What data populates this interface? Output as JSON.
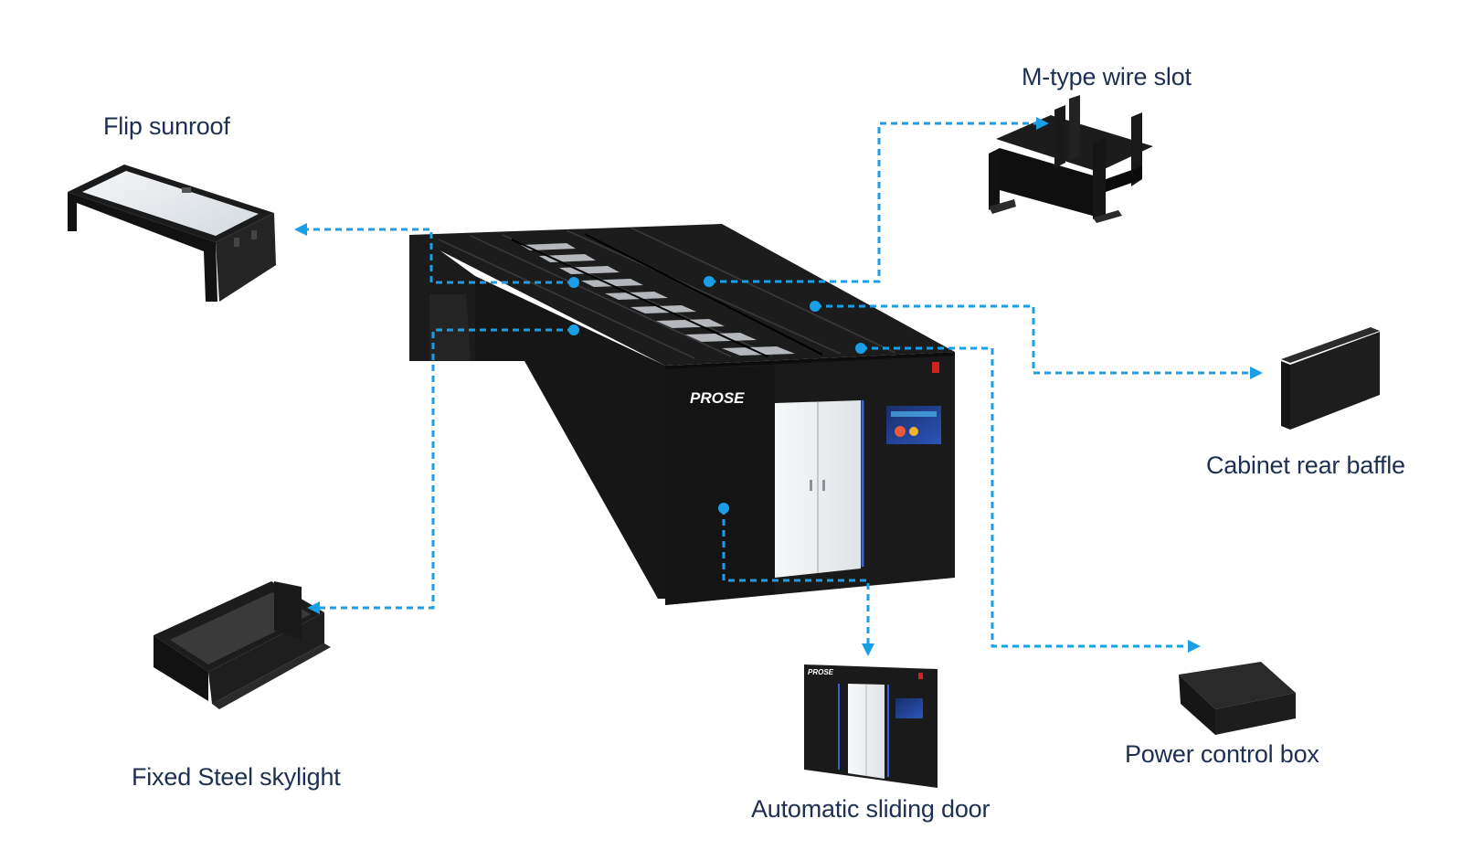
{
  "diagram": {
    "product_brand": "PROSE",
    "labels": {
      "flip_sunroof": "Flip sunroof",
      "m_type_wire_slot": "M-type wire slot",
      "cabinet_rear_baffle": "Cabinet rear baffle",
      "fixed_steel_skylight": "Fixed Steel skylight",
      "automatic_sliding_door": "Automatic sliding door",
      "power_control_box": "Power control box"
    },
    "door_brand": "PROSE",
    "colors": {
      "connector": "#1a9fe6",
      "label_text": "#1d2f52",
      "cabinet_body": "#151515",
      "door_panel": "#eef0f2"
    },
    "icons": [
      "flip-sunroof-icon",
      "m-type-wire-slot-icon",
      "cabinet-rear-baffle-icon",
      "fixed-steel-skylight-icon",
      "automatic-sliding-door-icon",
      "power-control-box-icon",
      "micro-module-datacenter-icon"
    ]
  }
}
